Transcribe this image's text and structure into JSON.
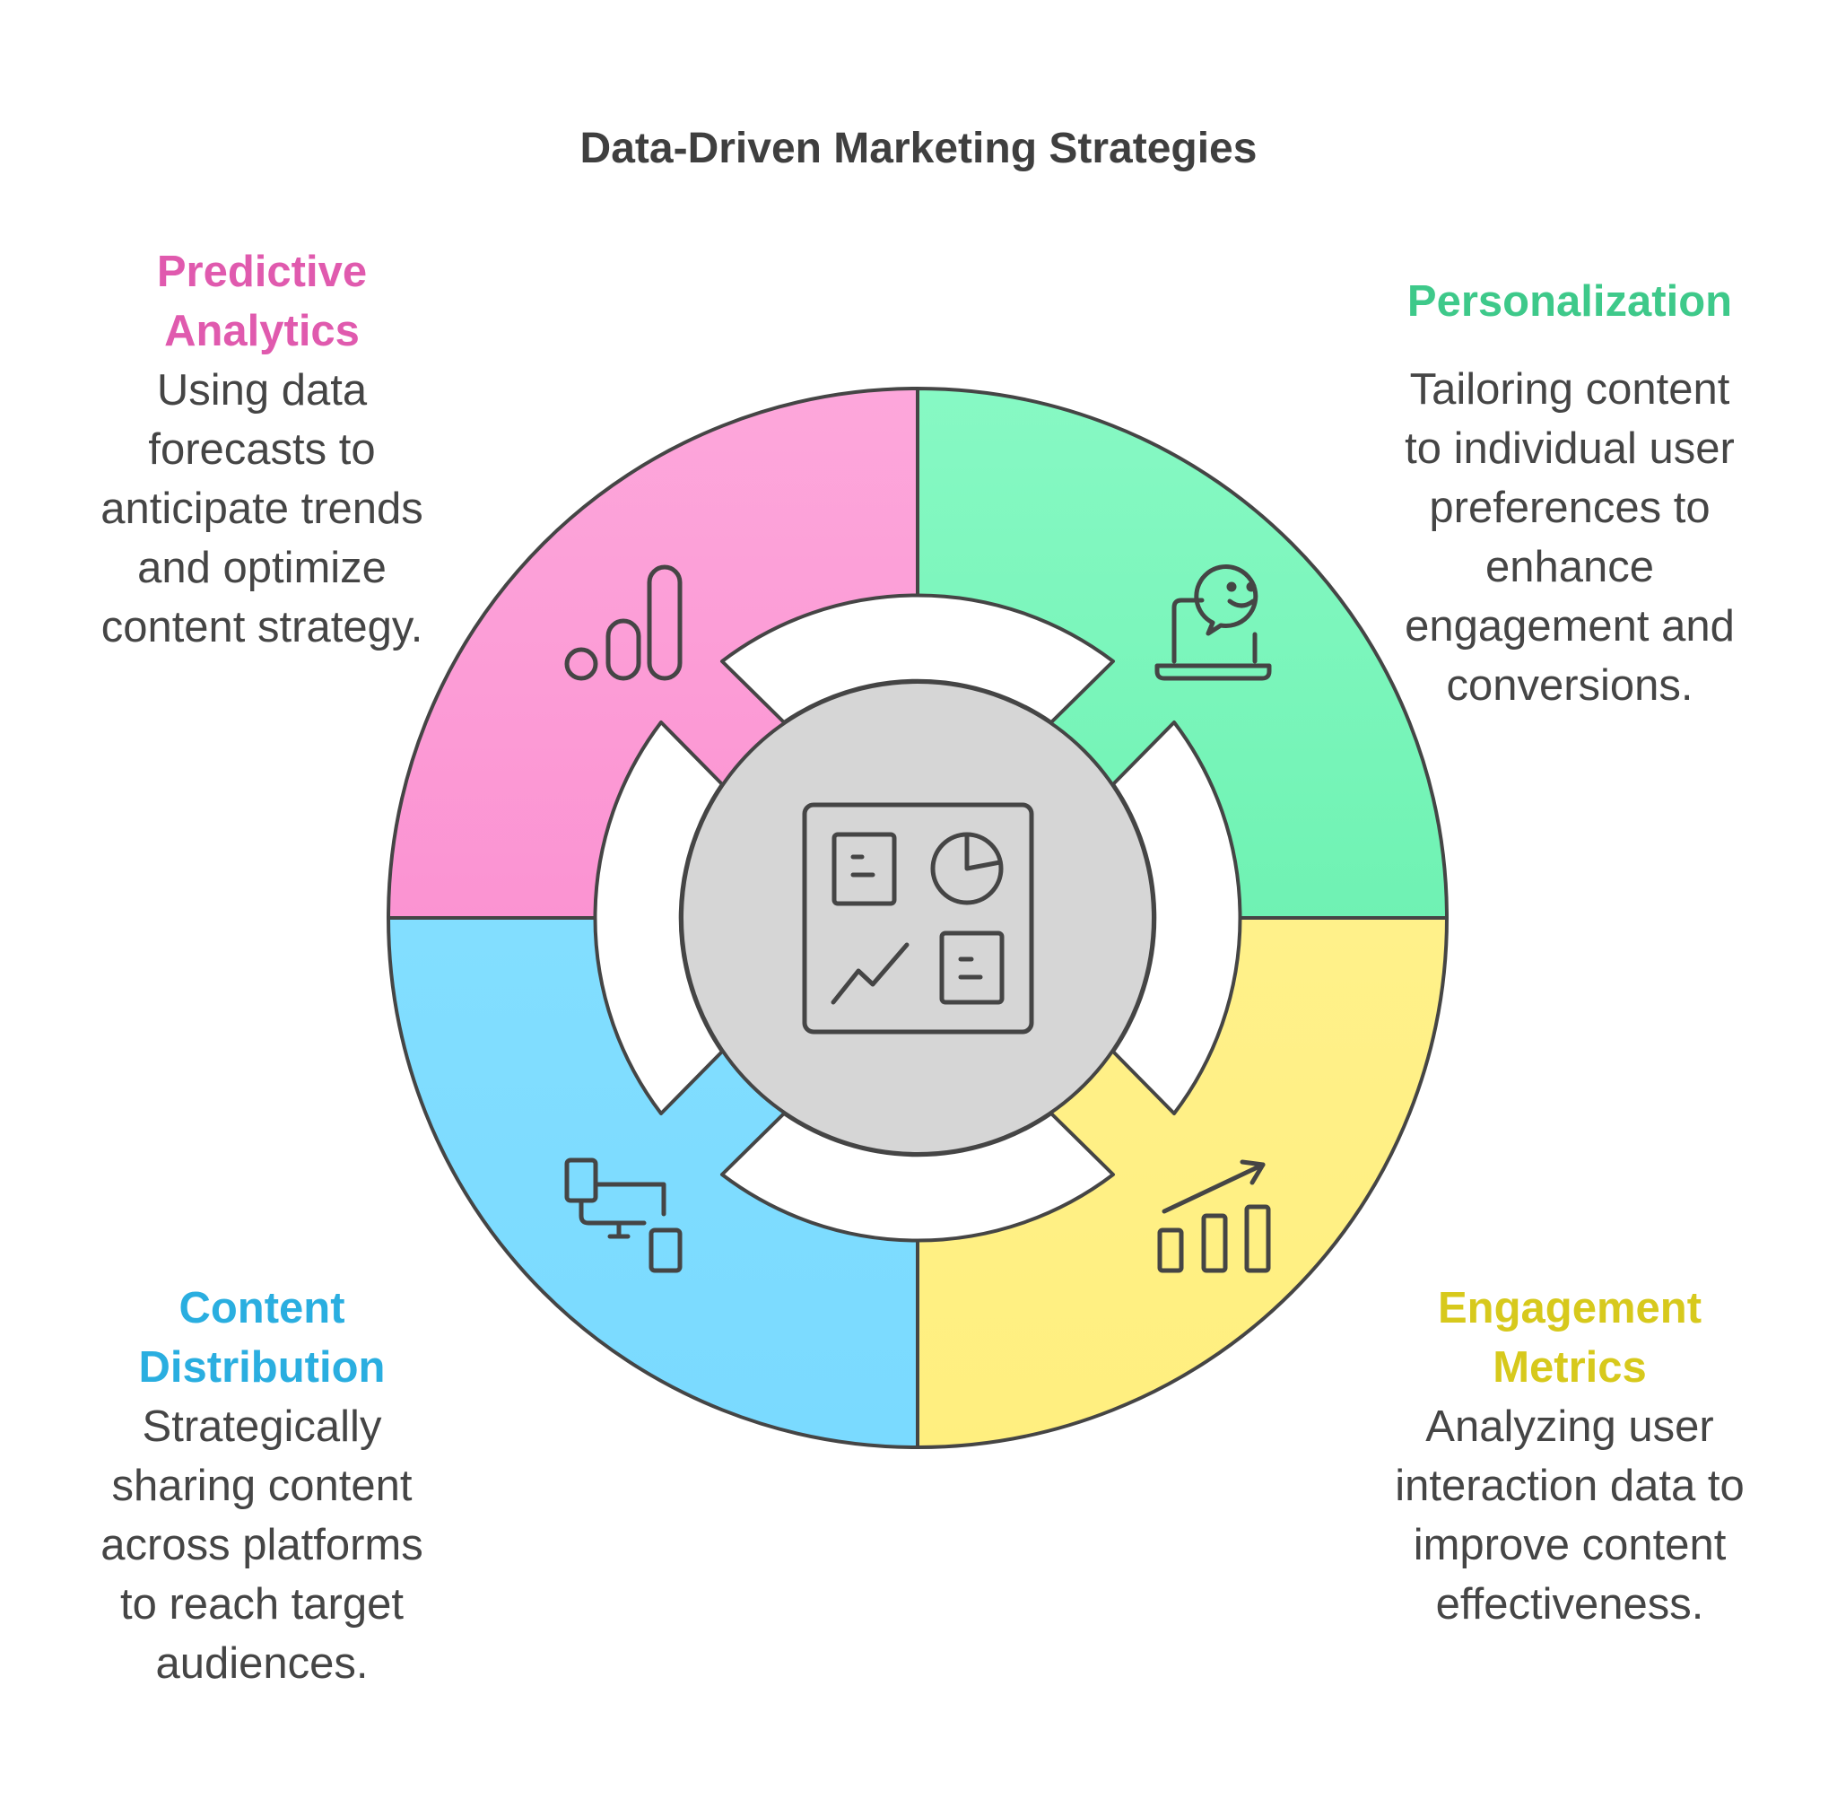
{
  "title": "Data-Driven Marketing Strategies",
  "colors": {
    "pink": "#FDA7DB",
    "green": "#87F9C4",
    "yellow": "#FFF18A",
    "blue": "#82DEFF",
    "center": "#D6D6D6",
    "outline": "#454545"
  },
  "center": {
    "icon": "dashboard-icon"
  },
  "segments": [
    {
      "key": "predictive",
      "title": "Predictive\nAnalytics",
      "description": "Using data\nforecasts to\nanticipate trends\nand optimize\ncontent strategy.",
      "icon": "bar-chart-icon"
    },
    {
      "key": "personalization",
      "title": "Personalization",
      "description": "Tailoring content\nto individual user\npreferences to\nenhance\nengagement and\nconversions.",
      "icon": "laptop-chat-icon"
    },
    {
      "key": "distribution",
      "title": "Content\nDistribution",
      "description": "Strategically\nsharing content\nacross platforms\nto reach target\naudiences.",
      "icon": "devices-icon"
    },
    {
      "key": "engagement",
      "title": "Engagement\nMetrics",
      "description": "Analyzing user\ninteraction data to\nimprove content\neffectiveness.",
      "icon": "growth-chart-icon"
    }
  ]
}
